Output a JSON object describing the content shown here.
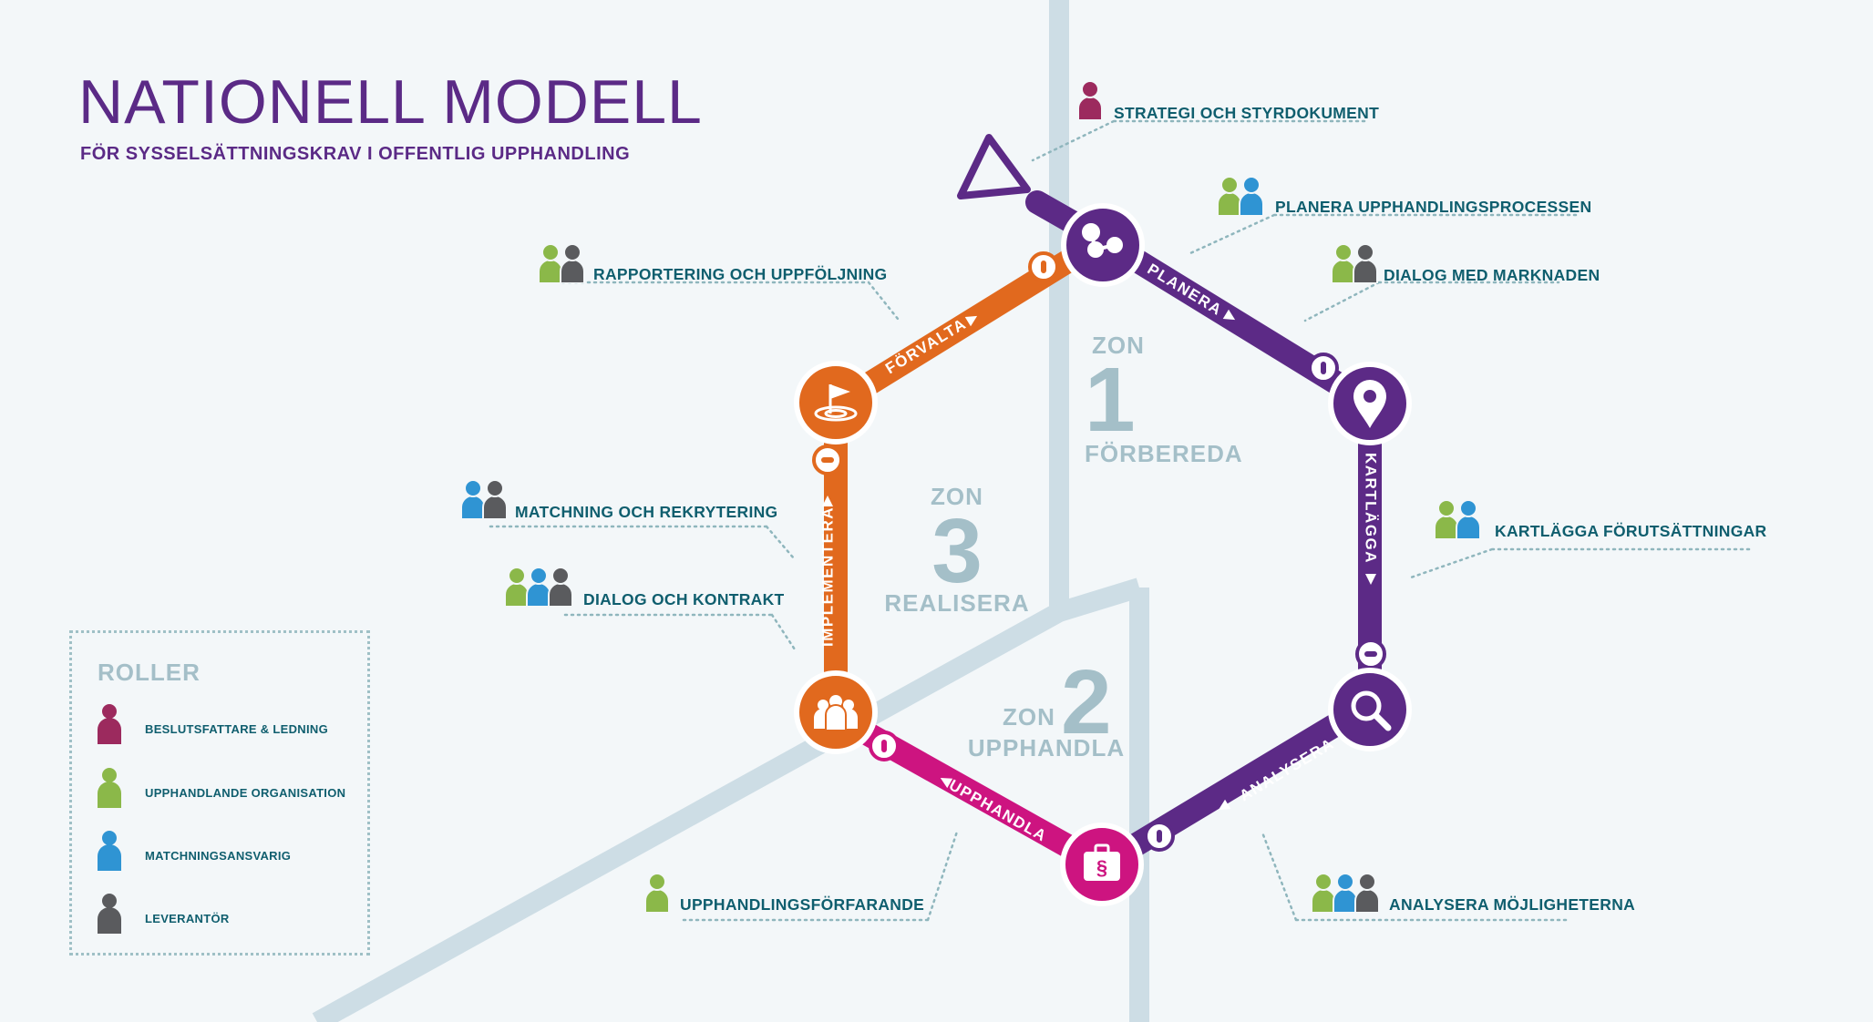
{
  "header": {
    "title": "NATIONELL MODELL",
    "subtitle": "FÖR SYSSELSÄTTNINGSKRAV I OFFENTLIG UPPHANDLING"
  },
  "zones": [
    {
      "word": "ZON",
      "number": "1",
      "name": "FÖRBEREDA"
    },
    {
      "word": "ZON",
      "number": "2",
      "name": "UPPHANDLA"
    },
    {
      "word": "ZON",
      "number": "3",
      "name": "REALISERA"
    }
  ],
  "track_labels": {
    "planera": "PLANERA",
    "kartlagga": "KARTLÄGGA",
    "analysera": "ANALYSERA",
    "upphandla": "UPPHANDLA",
    "implementera": "IMPLEMENTERA",
    "forvalta": "FÖRVALTA"
  },
  "activities": [
    {
      "label": "STRATEGI OCH STYRDOKUMENT",
      "roles": [
        "beslutsfattare"
      ]
    },
    {
      "label": "PLANERA UPPHANDLINGSPROCESSEN",
      "roles": [
        "upphandlande",
        "matchning"
      ]
    },
    {
      "label": "DIALOG MED MARKNADEN",
      "roles": [
        "upphandlande",
        "leverantor"
      ]
    },
    {
      "label": "KARTLÄGGA FÖRUTSÄTTNINGAR",
      "roles": [
        "upphandlande",
        "matchning"
      ]
    },
    {
      "label": "ANALYSERA MÖJLIGHETERNA",
      "roles": [
        "upphandlande",
        "matchning",
        "leverantor"
      ]
    },
    {
      "label": "UPPHANDLINGSFÖRFARANDE",
      "roles": [
        "upphandlande"
      ]
    },
    {
      "label": "DIALOG OCH KONTRAKT",
      "roles": [
        "upphandlande",
        "matchning",
        "leverantor"
      ]
    },
    {
      "label": "MATCHNING OCH REKRYTERING",
      "roles": [
        "matchning",
        "leverantor"
      ]
    },
    {
      "label": "RAPPORTERING OCH UPPFÖLJNING",
      "roles": [
        "upphandlande",
        "leverantor"
      ]
    }
  ],
  "legend": {
    "title": "ROLLER",
    "items": [
      {
        "key": "beslutsfattare",
        "label": "BESLUTSFATTARE & LEDNING",
        "color": "#9c2a5e"
      },
      {
        "key": "upphandlande",
        "label": "UPPHANDLANDE ORGANISATION",
        "color": "#8bb849"
      },
      {
        "key": "matchning",
        "label": "MATCHNINGSANSVARIG",
        "color": "#2f94d3"
      },
      {
        "key": "leverantor",
        "label": "LEVERANTÖR",
        "color": "#5a5b5e"
      }
    ]
  },
  "colors": {
    "purple": "#5c2a86",
    "orange": "#e1691e",
    "magenta": "#cd1480",
    "road": "#cddde5",
    "title": "#5b2a86",
    "text": "#0f5e6e",
    "zone": "#a4bfc8"
  },
  "icons": {
    "planera": "network-share-icon",
    "kartlagga": "map-pin-icon",
    "analysera": "magnifier-icon",
    "upphandla": "briefcase-paragraph-icon",
    "implementera": "people-group-icon",
    "forvalta": "flag-target-icon"
  }
}
